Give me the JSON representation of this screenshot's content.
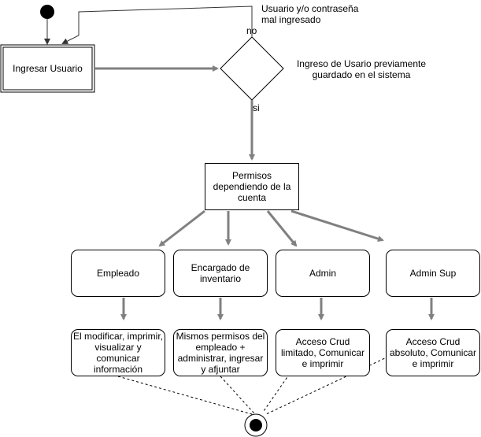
{
  "nodes": {
    "start_action": "Ingresar Usuario",
    "decision_note": "Ingreso de Usario previamente\nguardado en el sistema",
    "error_note": "Usuario y/o contraseña\nmal ingresado",
    "no_label": "no",
    "yes_label": "si",
    "permisos": "Permisos\ndependiendo de la\ncuenta",
    "roles": [
      {
        "name": "Empleado",
        "description": "El modificar, imprimir,\nvisualizar y\ncomunicar\ninformación"
      },
      {
        "name": "Encargado de\ninventario",
        "description": "Mismos permisos del\nempleado +\nadministrar, ingresar\ny afjuntar"
      },
      {
        "name": "Admin",
        "description": "Acceso Crud\nlimitado, Comunicar\ne imprimir"
      },
      {
        "name": "Admin Sup",
        "description": "Acceso Crud\nabsoluto, Comunicar\ne imprimir"
      }
    ]
  },
  "colors": {
    "arrow": "#808080",
    "line": "#000000",
    "background": "#ffffff"
  }
}
